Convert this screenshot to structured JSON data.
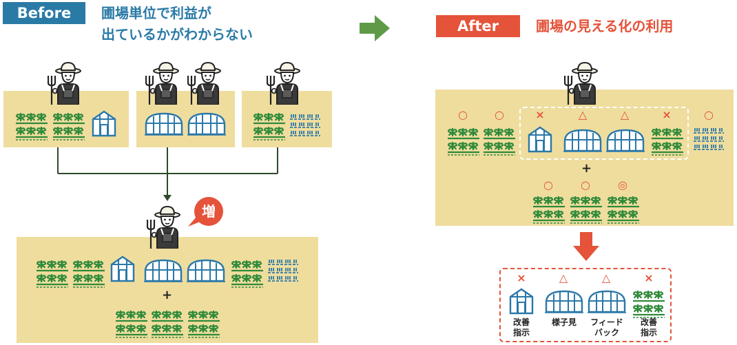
{
  "before": {
    "badge": "Before",
    "headline_line1": "圃場単位で利益が",
    "headline_line2": "出ているかがわからない",
    "bubble_char": "増",
    "plus": "+"
  },
  "after": {
    "badge": "After",
    "headline": "圃場の見える化の利用",
    "plus": "+",
    "row1_marks": [
      "○",
      "○",
      "×",
      "△",
      "△",
      "×",
      "○"
    ],
    "row2_marks": [
      "○",
      "○",
      "◎"
    ],
    "result_marks": [
      "×",
      "△",
      "△",
      "×"
    ],
    "result_labels": [
      "改善\n指示",
      "様子見",
      "フィード\nバック",
      "改善\n指示"
    ]
  },
  "colors": {
    "before_badge": "#2a7aa6",
    "before_text": "#2a7aa6",
    "after_badge": "#e4533a",
    "after_text": "#e4533a",
    "panel": "#efdd9e",
    "connector": "#2d4a2a",
    "arrow_green": "#5f9b47",
    "crop_green": "#2f8a3a",
    "greenhouse_blue": "#2a78a8",
    "mark_red": "#e4533a"
  },
  "icons": [
    "farmer-icon",
    "crop-icon",
    "greenhouse-icon",
    "wide-greenhouse-icon",
    "paddy-field-icon",
    "right-arrow-icon",
    "down-arrow-icon",
    "speech-bubble-icon"
  ]
}
